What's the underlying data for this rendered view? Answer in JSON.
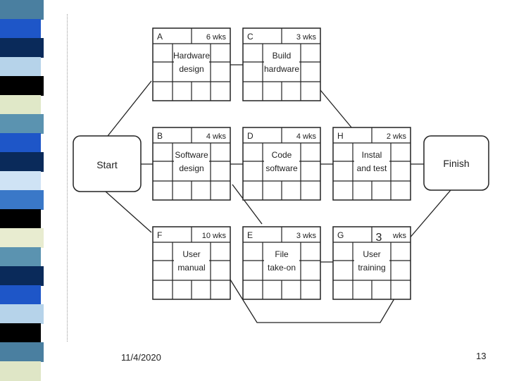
{
  "stripe_colors": [
    "#4a7fa0",
    "#1e56c8",
    "#0a2a5a",
    "#b6d3ea",
    "#000000",
    "#e0e8c8",
    "#5b93b0",
    "#1e56c8",
    "#0a2a5a",
    "#cfe3f5",
    "#3a78c8",
    "#000000",
    "#e8ecd0",
    "#5b93b0",
    "#0a2a5a",
    "#1e56c8",
    "#b6d3ea",
    "#000000",
    "#4a7fa0",
    "#dfe6c6"
  ],
  "nodes": {
    "start": {
      "label": "Start"
    },
    "finish": {
      "label": "Finish"
    },
    "A": {
      "id": "A",
      "duration": "6 wks",
      "line1": "Hardware",
      "line2": "design"
    },
    "C": {
      "id": "C",
      "duration": "3 wks",
      "line1": "Build",
      "line2": "hardware"
    },
    "B": {
      "id": "B",
      "duration": "4 wks",
      "line1": "Software",
      "line2": "design"
    },
    "D": {
      "id": "D",
      "duration": "4 wks",
      "line1": "Code",
      "line2": "software"
    },
    "H": {
      "id": "H",
      "duration": "2 wks",
      "line1": "Instal",
      "line2": "and test"
    },
    "F": {
      "id": "F",
      "duration": "10 wks",
      "line1": "User",
      "line2": "manual"
    },
    "E": {
      "id": "E",
      "duration": "3 wks",
      "line1": "File",
      "line2": "take-on"
    },
    "G": {
      "id": "G",
      "duration": "wks",
      "extra": "3",
      "line1": "User",
      "line2": "training"
    }
  },
  "footer": {
    "date": "11/4/2020",
    "page": "13"
  }
}
